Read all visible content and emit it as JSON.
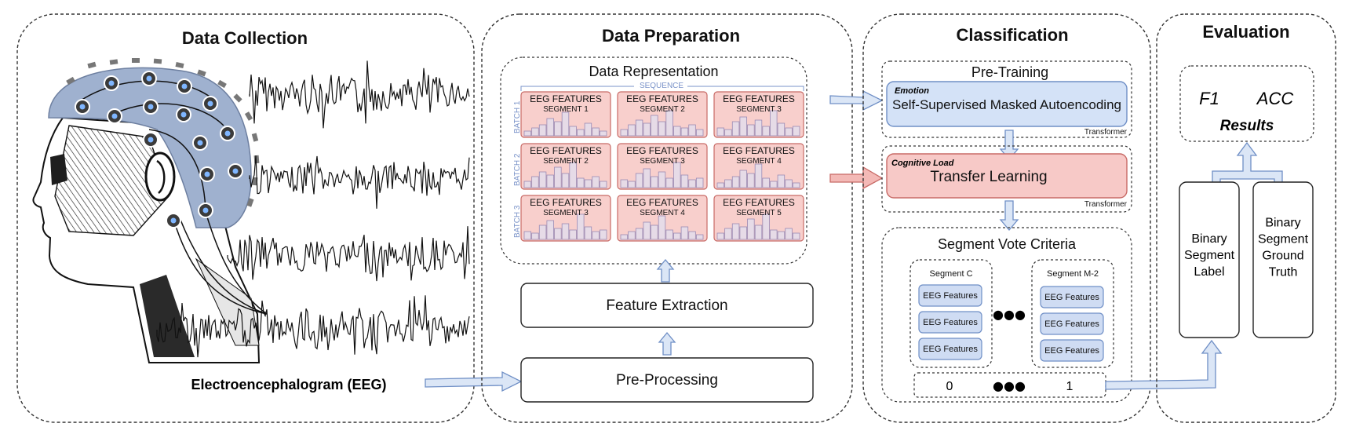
{
  "sections": {
    "data_collection": {
      "title": "Data Collection",
      "caption": "Electroencephalogram (EEG)"
    },
    "data_preparation": {
      "title": "Data Preparation",
      "representation_title": "Data Representation",
      "sequence_label": "SEQUENCE",
      "batches": [
        "BATCH 1",
        "BATCH 2",
        "BATCH 3"
      ],
      "cell_title": "EEG FEATURES",
      "grid": [
        [
          "SEGMENT 1",
          "SEGMENT 2",
          "SEGMENT 3"
        ],
        [
          "SEGMENT 2",
          "SEGMENT 3",
          "SEGMENT 4"
        ],
        [
          "SEGMENT 3",
          "SEGMENT 4",
          "SEGMENT 5"
        ]
      ],
      "feature_extraction": "Feature Extraction",
      "pre_processing": "Pre-Processing"
    },
    "classification": {
      "title": "Classification",
      "pretraining_title": "Pre-Training",
      "pretraining_tag": "Emotion",
      "pretraining_label": "Self-Supervised Masked Autoencoding",
      "pretraining_model": "Transformer",
      "transfer_tag": "Cognitive Load",
      "transfer_label": "Transfer Learning",
      "transfer_model": "Transformer",
      "vote_title": "Segment Vote Criteria",
      "segment_c": "Segment C",
      "segment_m2": "Segment M-2",
      "feature_label": "EEG Features",
      "ellipsis": "●●●",
      "vote_left": "0",
      "vote_right": "1"
    },
    "evaluation": {
      "title": "Evaluation",
      "metric_f1": "F1",
      "metric_acc": "ACC",
      "results": "Results",
      "label_box": [
        "Binary",
        "Segment",
        "Label"
      ],
      "truth_box": [
        "Binary",
        "Segment",
        "Ground",
        "Truth"
      ]
    }
  },
  "colors": {
    "blue_fill": "#d4e2f7",
    "blue_stroke": "#6f8fc6",
    "pink_fill": "#f7c9c7",
    "pink_stroke": "#c86a66",
    "helmet": "#9fb1cf"
  }
}
